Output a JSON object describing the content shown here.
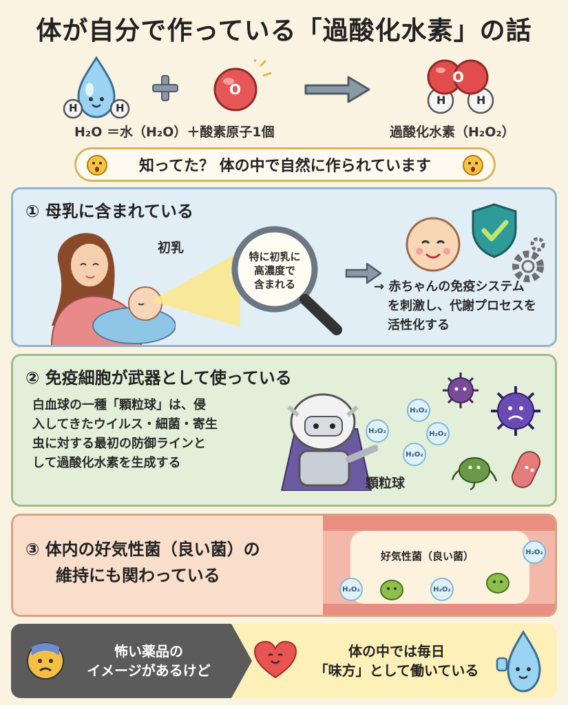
{
  "title": "体が自分で作っている「過酸化水素」の話",
  "equation": {
    "h2o_text": "H₂O ＝水（H₂O）＋酸素原子1個",
    "product_text": "過酸化水素（H₂O₂）",
    "h_label": "H",
    "o_label": "O"
  },
  "banner": "知ってた？ 体の中で自然に作られています",
  "section1": {
    "heading": "① 母乳に含まれている",
    "colostrum_label": "初乳",
    "magnifier_line1": "特に初乳に",
    "magnifier_line2": "高濃度で",
    "magnifier_line3": "含まれる",
    "result_line1": "→ 赤ちゃんの免疫システム",
    "result_line2": "を刺激し、代謝プロセスを",
    "result_line3": "活性化する"
  },
  "section2": {
    "heading": "② 免疫細胞が武器として使っている",
    "body_line1": "白血球の一種「顆粒球」は、侵",
    "body_line2": "入してきたウイルス・細菌・寄生",
    "body_line3": "虫に対する最初の防御ラインと",
    "body_line4": "して過酸化水素を生成する",
    "character_label": "顆粒球",
    "bubble_label": "H₂O₂"
  },
  "section3": {
    "heading_line1": "③ 体内の好気性菌（良い菌）の",
    "heading_line2": "維持にも関わっている",
    "bacteria_label": "好気性菌（良い菌）",
    "bubble_label": "H₂O₂"
  },
  "footer": {
    "left_line1": "怖い薬品の",
    "left_line2": "イメージがあるけど",
    "right_line1": "体の中では毎日",
    "right_line2": "「味方」として働いている"
  },
  "colors": {
    "background": "#fbf3e2",
    "panel1": "#e2eef6",
    "panel2": "#e3efd9",
    "panel3": "#f9dfcb",
    "footer_left": "#5b5b5b",
    "footer_right": "#fdf0b8",
    "oxygen_red": "#e24c4c",
    "water_blue": "#8fcdef"
  }
}
